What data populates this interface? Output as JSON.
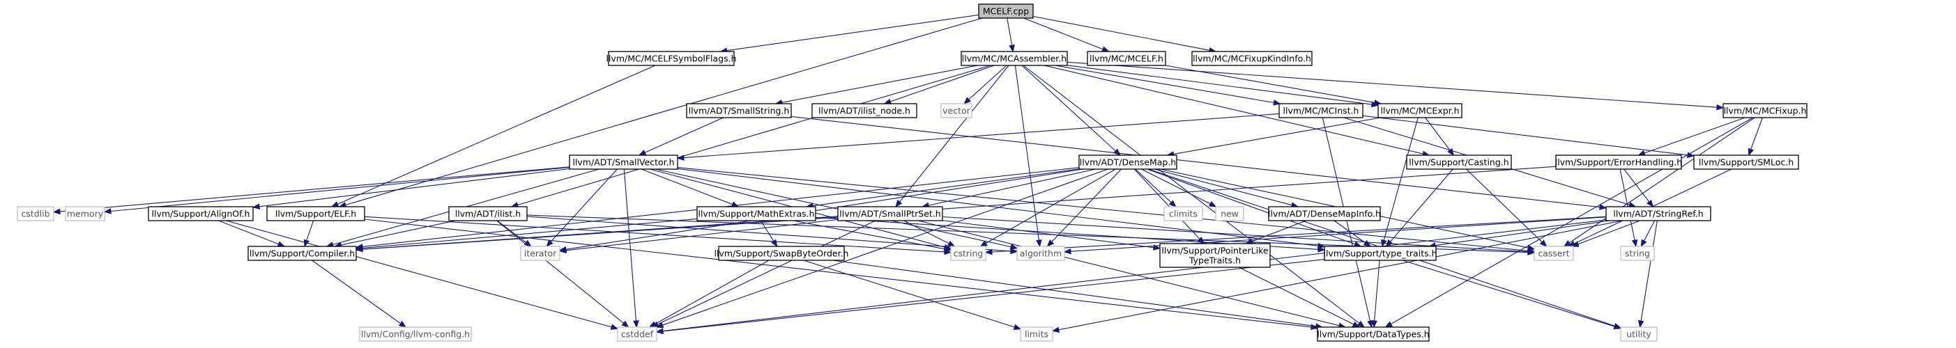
{
  "colors": {
    "edge": "#191970",
    "root_fill": "#bfbfbf",
    "node_border": "#000000",
    "system_border": "#bfbfbf",
    "node_fill": "#ffffff"
  },
  "nodes": [
    {
      "id": "root",
      "label": [
        "MCELF.cpp"
      ],
      "kind": "root"
    },
    {
      "id": "symflags",
      "label": [
        "llvm/MC/MCELFSymbolFlags.h"
      ],
      "kind": "header"
    },
    {
      "id": "asm",
      "label": [
        "llvm/MC/MCAssembler.h"
      ],
      "kind": "header"
    },
    {
      "id": "mcelf",
      "label": [
        "llvm/MC/MCELF.h"
      ],
      "kind": "header"
    },
    {
      "id": "fixupkind",
      "label": [
        "llvm/MC/MCFixupKindInfo.h"
      ],
      "kind": "header"
    },
    {
      "id": "smallstring",
      "label": [
        "llvm/ADT/SmallString.h"
      ],
      "kind": "header"
    },
    {
      "id": "ilistnode",
      "label": [
        "llvm/ADT/ilist_node.h"
      ],
      "kind": "header"
    },
    {
      "id": "vector",
      "label": [
        "vector"
      ],
      "kind": "system"
    },
    {
      "id": "mcinst",
      "label": [
        "llvm/MC/MCInst.h"
      ],
      "kind": "header"
    },
    {
      "id": "mcexpr",
      "label": [
        "llvm/MC/MCExpr.h"
      ],
      "kind": "header"
    },
    {
      "id": "mcfixup",
      "label": [
        "llvm/MC/MCFixup.h"
      ],
      "kind": "header"
    },
    {
      "id": "smallvector",
      "label": [
        "llvm/ADT/SmallVector.h"
      ],
      "kind": "header"
    },
    {
      "id": "densemap",
      "label": [
        "llvm/ADT/DenseMap.h"
      ],
      "kind": "header"
    },
    {
      "id": "casting",
      "label": [
        "llvm/Support/Casting.h"
      ],
      "kind": "header"
    },
    {
      "id": "errorhandling",
      "label": [
        "llvm/Support/ErrorHandling.h"
      ],
      "kind": "header"
    },
    {
      "id": "smloc",
      "label": [
        "llvm/Support/SMLoc.h"
      ],
      "kind": "header"
    },
    {
      "id": "cstdlib",
      "label": [
        "cstdlib"
      ],
      "kind": "system"
    },
    {
      "id": "memory",
      "label": [
        "memory"
      ],
      "kind": "system"
    },
    {
      "id": "alignof",
      "label": [
        "llvm/Support/AlignOf.h"
      ],
      "kind": "header"
    },
    {
      "id": "elf",
      "label": [
        "llvm/Support/ELF.h"
      ],
      "kind": "header"
    },
    {
      "id": "ilist",
      "label": [
        "llvm/ADT/ilist.h"
      ],
      "kind": "header"
    },
    {
      "id": "mathextras",
      "label": [
        "llvm/Support/MathExtras.h"
      ],
      "kind": "header"
    },
    {
      "id": "smallptrset",
      "label": [
        "llvm/ADT/SmallPtrSet.h"
      ],
      "kind": "header"
    },
    {
      "id": "climits",
      "label": [
        "climits"
      ],
      "kind": "system"
    },
    {
      "id": "new",
      "label": [
        "new"
      ],
      "kind": "system"
    },
    {
      "id": "densemapinfo",
      "label": [
        "llvm/ADT/DenseMapInfo.h"
      ],
      "kind": "header"
    },
    {
      "id": "stringref",
      "label": [
        "llvm/ADT/StringRef.h"
      ],
      "kind": "header"
    },
    {
      "id": "compiler",
      "label": [
        "llvm/Support/Compiler.h"
      ],
      "kind": "header"
    },
    {
      "id": "iterator",
      "label": [
        "iterator"
      ],
      "kind": "system"
    },
    {
      "id": "swapbyteorder",
      "label": [
        "llvm/Support/SwapByteOrder.h"
      ],
      "kind": "header"
    },
    {
      "id": "cstring",
      "label": [
        "cstring"
      ],
      "kind": "system"
    },
    {
      "id": "algorithm",
      "label": [
        "algorithm"
      ],
      "kind": "system"
    },
    {
      "id": "pointerlike",
      "label": [
        "llvm/Support/PointerLike",
        "TypeTraits.h"
      ],
      "kind": "header"
    },
    {
      "id": "typetraits",
      "label": [
        "llvm/Support/type_traits.h"
      ],
      "kind": "header"
    },
    {
      "id": "cassert",
      "label": [
        "cassert"
      ],
      "kind": "system"
    },
    {
      "id": "string",
      "label": [
        "string"
      ],
      "kind": "system"
    },
    {
      "id": "llvmconfig",
      "label": [
        "llvm/Config/llvm-config.h"
      ],
      "kind": "system"
    },
    {
      "id": "cstddef",
      "label": [
        "cstddef"
      ],
      "kind": "system"
    },
    {
      "id": "limits",
      "label": [
        "limits"
      ],
      "kind": "system"
    },
    {
      "id": "datatypes",
      "label": [
        "llvm/Support/DataTypes.h"
      ],
      "kind": "header"
    },
    {
      "id": "utility",
      "label": [
        "utility"
      ],
      "kind": "system"
    }
  ],
  "edges": [
    [
      "root",
      "symflags"
    ],
    [
      "root",
      "asm"
    ],
    [
      "root",
      "mcelf"
    ],
    [
      "root",
      "fixupkind"
    ],
    [
      "root",
      "elf"
    ],
    [
      "symflags",
      "elf"
    ],
    [
      "asm",
      "smallstring"
    ],
    [
      "asm",
      "ilistnode"
    ],
    [
      "asm",
      "vector"
    ],
    [
      "asm",
      "mcinst"
    ],
    [
      "asm",
      "mcexpr"
    ],
    [
      "asm",
      "mcfixup"
    ],
    [
      "asm",
      "densemap"
    ],
    [
      "asm",
      "casting"
    ],
    [
      "asm",
      "ilist"
    ],
    [
      "asm",
      "smallptrset"
    ],
    [
      "asm",
      "algorithm"
    ],
    [
      "asm",
      "datatypes"
    ],
    [
      "mcelf",
      "mcexpr"
    ],
    [
      "smallstring",
      "smallvector"
    ],
    [
      "smallstring",
      "stringref"
    ],
    [
      "mcinst",
      "smallvector"
    ],
    [
      "mcinst",
      "smloc"
    ],
    [
      "mcinst",
      "stringref"
    ],
    [
      "mcinst",
      "datatypes"
    ],
    [
      "mcexpr",
      "casting"
    ],
    [
      "mcexpr",
      "densemap"
    ],
    [
      "mcexpr",
      "typetraits"
    ],
    [
      "mcfixup",
      "errorhandling"
    ],
    [
      "mcfixup",
      "smloc"
    ],
    [
      "mcfixup",
      "cassert"
    ],
    [
      "mcfixup",
      "datatypes"
    ],
    [
      "smallvector",
      "cstdlib"
    ],
    [
      "smallvector",
      "memory"
    ],
    [
      "smallvector",
      "alignof"
    ],
    [
      "smallvector",
      "mathextras"
    ],
    [
      "smallvector",
      "compiler"
    ],
    [
      "smallvector",
      "iterator"
    ],
    [
      "smallvector",
      "cassert"
    ],
    [
      "smallvector",
      "algorithm"
    ],
    [
      "smallvector",
      "typetraits"
    ],
    [
      "smallvector",
      "cstddef"
    ],
    [
      "smallvector",
      "cstring"
    ],
    [
      "densemap",
      "mathextras"
    ],
    [
      "densemap",
      "smallptrset"
    ],
    [
      "densemap",
      "climits"
    ],
    [
      "densemap",
      "new"
    ],
    [
      "densemap",
      "densemapinfo"
    ],
    [
      "densemap",
      "pointerlike"
    ],
    [
      "densemap",
      "typetraits"
    ],
    [
      "densemap",
      "cassert"
    ],
    [
      "densemap",
      "cstring"
    ],
    [
      "densemap",
      "algorithm"
    ],
    [
      "densemap",
      "iterator"
    ],
    [
      "densemap",
      "compiler"
    ],
    [
      "densemap",
      "cstddef"
    ],
    [
      "densemap",
      "utility"
    ],
    [
      "casting",
      "typetraits"
    ],
    [
      "casting",
      "cassert"
    ],
    [
      "errorhandling",
      "stringref"
    ],
    [
      "errorhandling",
      "compiler"
    ],
    [
      "errorhandling",
      "string"
    ],
    [
      "smloc",
      "cassert"
    ],
    [
      "alignof",
      "compiler"
    ],
    [
      "alignof",
      "cstddef"
    ],
    [
      "elf",
      "compiler"
    ],
    [
      "elf",
      "datatypes"
    ],
    [
      "elf",
      "cstring"
    ],
    [
      "ilist",
      "compiler"
    ],
    [
      "ilist",
      "iterator"
    ],
    [
      "ilist",
      "algorithm"
    ],
    [
      "ilist",
      "cassert"
    ],
    [
      "ilist",
      "cstddef"
    ],
    [
      "mathextras",
      "compiler"
    ],
    [
      "mathextras",
      "swapbyteorder"
    ],
    [
      "mathextras",
      "typetraits"
    ],
    [
      "mathextras",
      "cstring"
    ],
    [
      "smallptrset",
      "compiler"
    ],
    [
      "smallptrset",
      "datatypes"
    ],
    [
      "smallptrset",
      "pointerlike"
    ],
    [
      "smallptrset",
      "cassert"
    ],
    [
      "smallptrset",
      "cstring"
    ],
    [
      "smallptrset",
      "iterator"
    ],
    [
      "smallptrset",
      "cstddef"
    ],
    [
      "densemapinfo",
      "pointerlike"
    ],
    [
      "densemapinfo",
      "typetraits"
    ],
    [
      "stringref",
      "typetraits"
    ],
    [
      "stringref",
      "algorithm"
    ],
    [
      "stringref",
      "cassert"
    ],
    [
      "stringref",
      "cstring"
    ],
    [
      "stringref",
      "string"
    ],
    [
      "stringref",
      "utility"
    ],
    [
      "stringref",
      "cstddef"
    ],
    [
      "stringref",
      "limits"
    ],
    [
      "compiler",
      "llvmconfig"
    ],
    [
      "swapbyteorder",
      "cstddef"
    ],
    [
      "swapbyteorder",
      "limits"
    ],
    [
      "swapbyteorder",
      "datatypes"
    ],
    [
      "pointerlike",
      "datatypes"
    ],
    [
      "typetraits",
      "cstddef"
    ],
    [
      "typetraits",
      "utility"
    ],
    [
      "typetraits",
      "datatypes"
    ]
  ]
}
